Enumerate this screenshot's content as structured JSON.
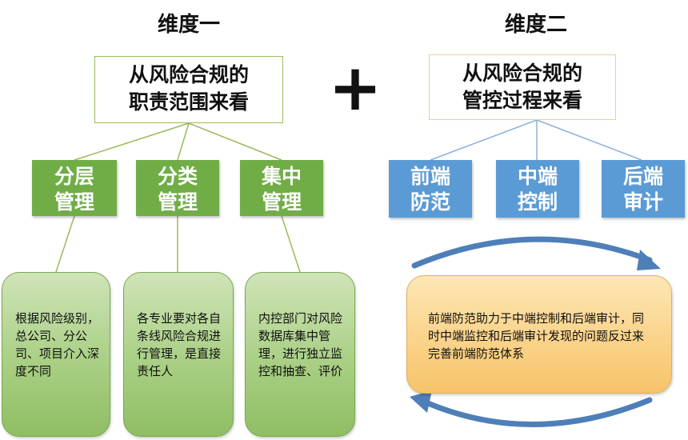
{
  "dimension1": {
    "heading": "维度一",
    "title_lines": [
      "从风险合规的",
      "职责范围来看"
    ],
    "categories": [
      {
        "lines": [
          "分层",
          "管理"
        ],
        "desc": "根据风险级别，总公司、分公司、项目介入深度不同"
      },
      {
        "lines": [
          "分类",
          "管理"
        ],
        "desc": "各专业要对各自条线风险合规进行管理，是直接责任人"
      },
      {
        "lines": [
          "集中",
          "管理"
        ],
        "desc": "内控部门对风险数据库集中管理，进行独立监控和抽查、评价"
      }
    ]
  },
  "plus_sign": "+",
  "dimension2": {
    "heading": "维度二",
    "title_lines": [
      "从风险合规的",
      "管控过程来看"
    ],
    "categories": [
      {
        "lines": [
          "前端",
          "防范"
        ]
      },
      {
        "lines": [
          "中端",
          "控制"
        ]
      },
      {
        "lines": [
          "后端",
          "审计"
        ]
      }
    ],
    "cycle_text": "前端防范助力于中端控制和后端审计，同时中端监控和后端审计发现的问题反过来完善前端防范体系"
  },
  "colors": {
    "green": "#70ad47",
    "blue": "#5b9bd5",
    "title_border_green": "#9bbb59",
    "title_border_yellow": "#e8d48a",
    "arrow": "#4f7fb8"
  }
}
